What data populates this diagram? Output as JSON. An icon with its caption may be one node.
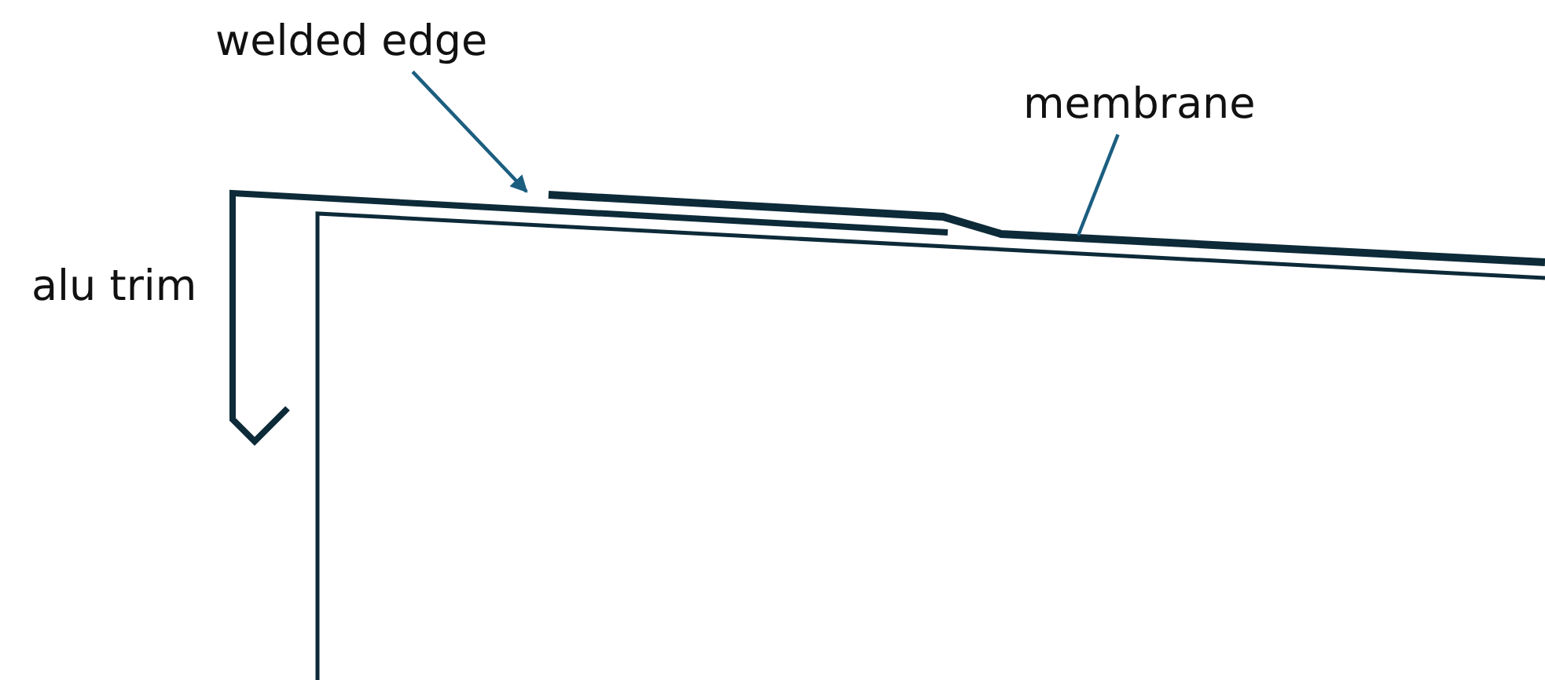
{
  "diagram": {
    "nodes": [
      {
        "text": [
          "welded edge"
        ]
      },
      {
        "text": [
          "membrane"
        ]
      }
    ],
    "edges": [
      {
        "from": 0,
        "to": null,
        "arrow": "to"
      },
      {
        "from": 1,
        "to": null,
        "arrow": "none"
      }
    ],
    "labels": [
      "alu trim"
    ]
  }
}
